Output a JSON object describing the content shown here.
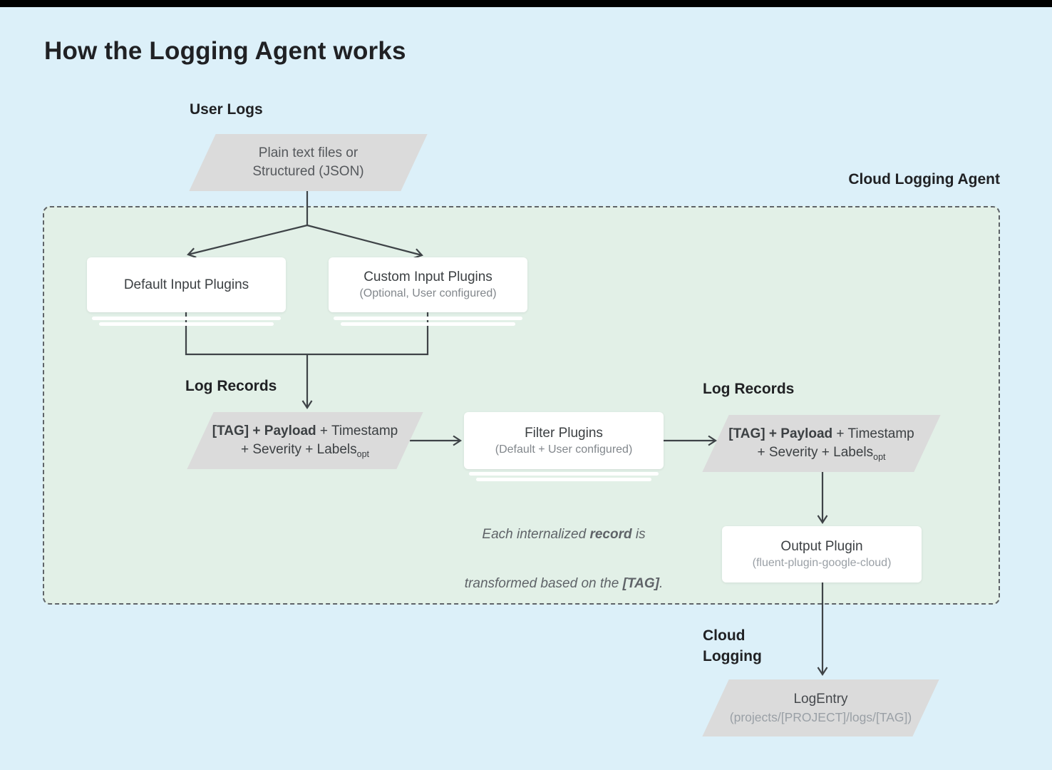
{
  "title": "How the Logging Agent works",
  "labels": {
    "user_logs": "User Logs",
    "cloud_logging_agent": "Cloud Logging Agent",
    "log_records_left": "Log Records",
    "log_records_right": "Log Records",
    "cloud_logging_line1": "Cloud",
    "cloud_logging_line2": "Logging"
  },
  "nodes": {
    "user_logs_shape": {
      "line1": "Plain text files or",
      "line2": "Structured (JSON)"
    },
    "default_input": {
      "title": "Default Input Plugins"
    },
    "custom_input": {
      "title": "Custom Input Plugins",
      "subtitle": "(Optional, User configured)"
    },
    "log_record": {
      "bold": "[TAG] + Payload",
      "rest": " + Timestamp",
      "line2": "+ Severity + Labels",
      "subscript": "opt"
    },
    "filter": {
      "title": "Filter Plugins",
      "subtitle": "(Default + User configured)"
    },
    "output": {
      "title": "Output Plugin",
      "subtitle": "(fluent-plugin-google-cloud)"
    },
    "log_entry": {
      "title": "LogEntry",
      "subtitle": "(projects/[PROJECT]/logs/[TAG])"
    }
  },
  "note": {
    "seg1": "Each internalized ",
    "bold1": "record",
    "seg2": " is",
    "seg3": "transformed based on the ",
    "bold2": "[TAG]",
    "seg4": "."
  },
  "colors": {
    "background": "#DCF0F9",
    "agent_area": "#E2F0E7",
    "agent_border": "#5F6468",
    "shape_fill": "#DBDBDB",
    "node_fill": "#FFFFFF",
    "line": "#3E4347",
    "text_primary": "#202124",
    "text_node": "#3C4043",
    "text_secondary": "#82878C",
    "text_muted": "#9AA0A6",
    "topbar": "#000000"
  }
}
